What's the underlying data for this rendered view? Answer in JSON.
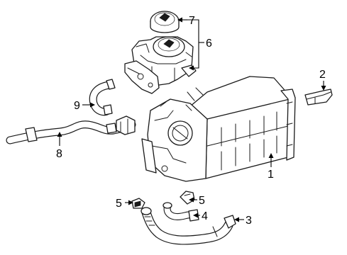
{
  "diagram": {
    "callouts": [
      {
        "id": "c1",
        "label": "1"
      },
      {
        "id": "c2",
        "label": "2"
      },
      {
        "id": "c3",
        "label": "3"
      },
      {
        "id": "c4",
        "label": "4"
      },
      {
        "id": "c5a",
        "label": "5"
      },
      {
        "id": "c5b",
        "label": "5"
      },
      {
        "id": "c6",
        "label": "6"
      },
      {
        "id": "c7",
        "label": "7"
      },
      {
        "id": "c8",
        "label": "8"
      },
      {
        "id": "c9",
        "label": "9"
      }
    ],
    "parts": [
      {
        "name": "intercooler",
        "icon": "intercooler-assembly"
      },
      {
        "name": "bracket",
        "icon": "mounting-bracket"
      },
      {
        "name": "lower-hose",
        "icon": "coolant-hose"
      },
      {
        "name": "small-hose",
        "icon": "coolant-hose"
      },
      {
        "name": "clamp",
        "icon": "hose-clamp"
      },
      {
        "name": "reservoir",
        "icon": "coolant-reservoir"
      },
      {
        "name": "reservoir-cap",
        "icon": "filler-cap"
      },
      {
        "name": "long-hose",
        "icon": "coolant-hose"
      },
      {
        "name": "upper-hose",
        "icon": "coolant-hose"
      }
    ],
    "colors": {
      "line": "#1a1a1a",
      "background": "#ffffff"
    }
  }
}
